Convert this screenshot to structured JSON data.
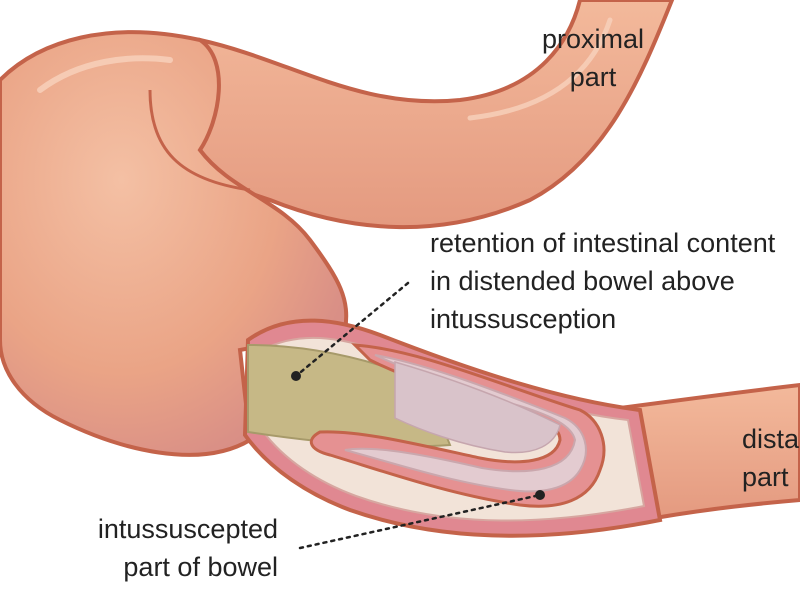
{
  "labels": {
    "proximal": [
      "proximal",
      "part"
    ],
    "retention": [
      "retention of intestinal content",
      "in distended bowel above",
      "intussusception"
    ],
    "distal": [
      "distal",
      "part"
    ],
    "intussuscepted": [
      "intussuscepted",
      "part of bowel"
    ]
  },
  "colors": {
    "bowel_fill": "#eeaa8a",
    "bowel_outline": "#c4634a",
    "bowel_shadow": "#d88d78",
    "lumen_fill": "#c6b886",
    "inner_layer": "#e1c9cc",
    "cut_edge": "#e08891",
    "leader_line": "#222222"
  }
}
